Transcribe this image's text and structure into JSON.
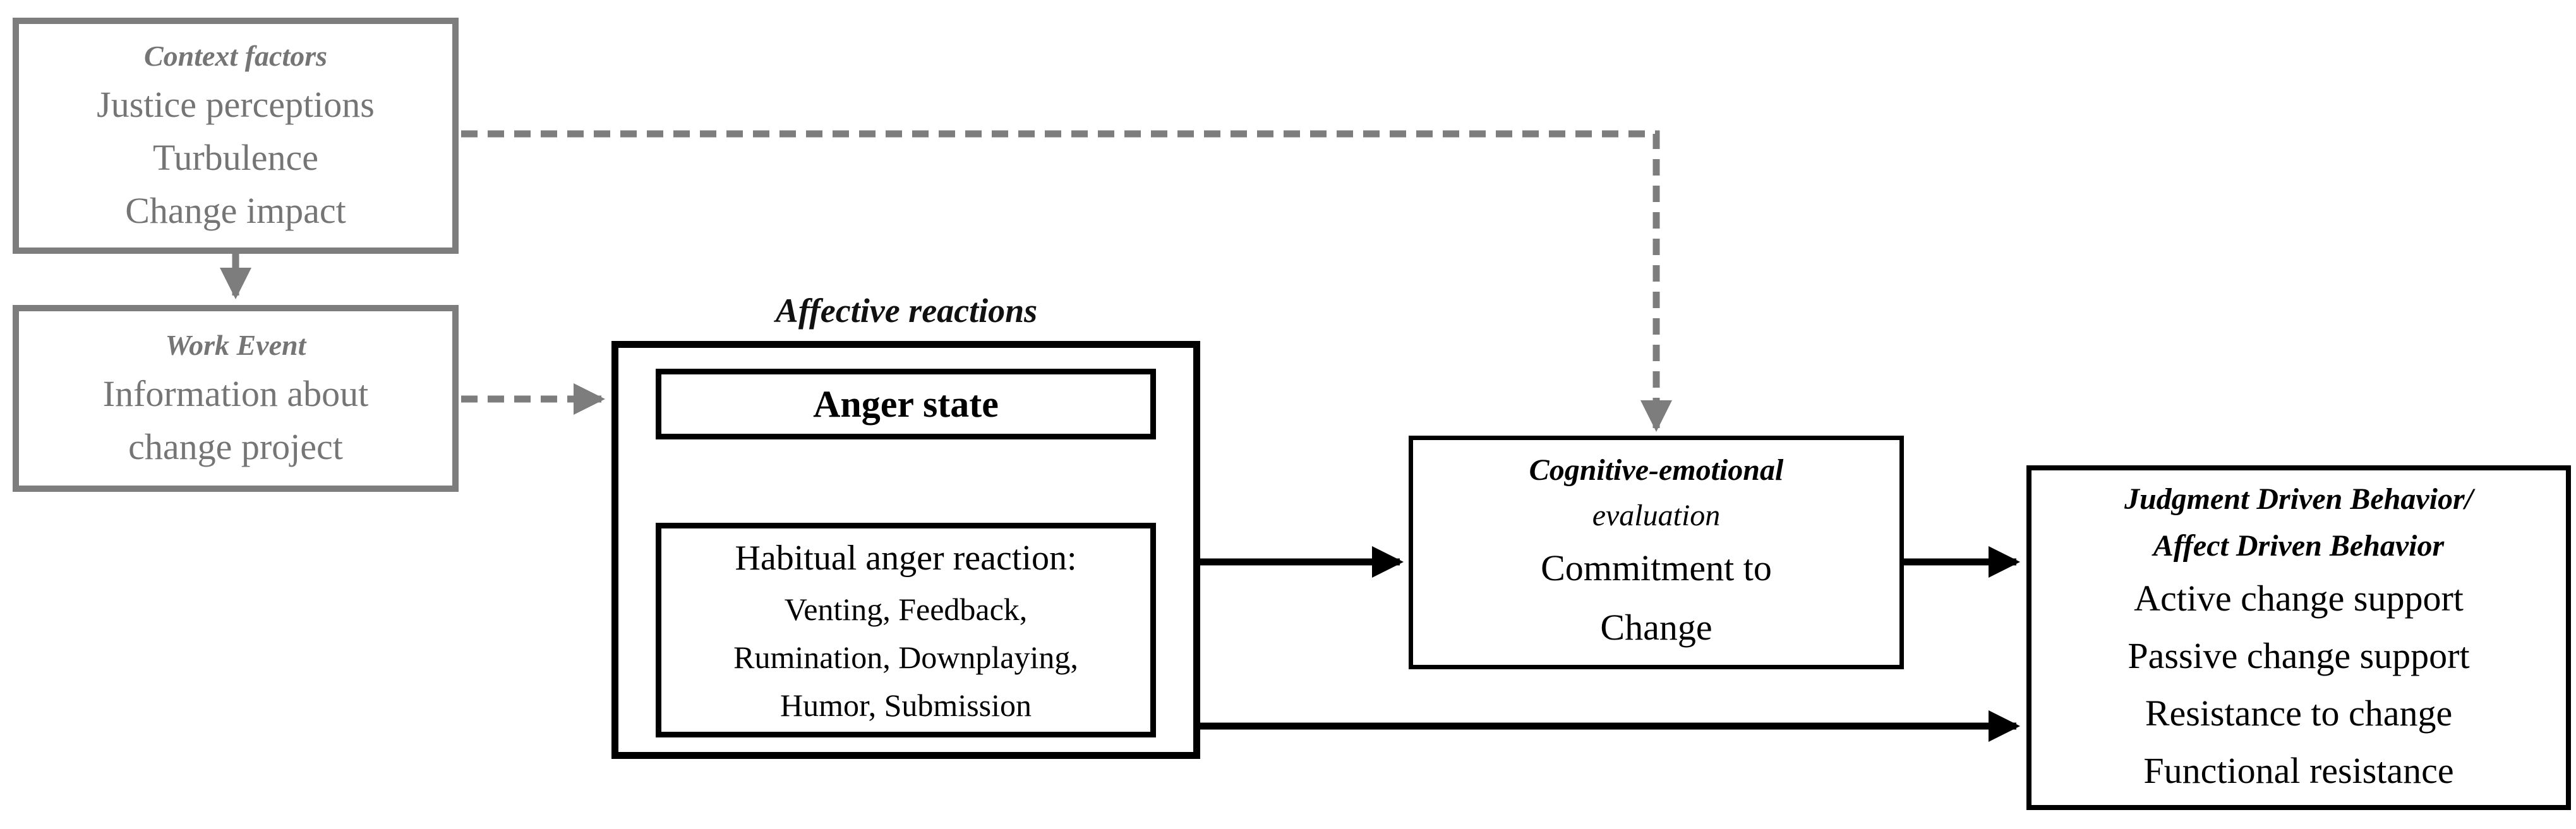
{
  "diagram": {
    "colors": {
      "gray_stroke": "#7d7d7d",
      "gray_text": "#757575",
      "black": "#000000",
      "background": "#ffffff"
    },
    "context_box": {
      "title": "Context factors",
      "items": [
        "Justice perceptions",
        "Turbulence",
        "Change impact"
      ]
    },
    "work_event_box": {
      "title": "Work Event",
      "lines": [
        "Information about",
        "change project"
      ]
    },
    "affective": {
      "label": "Affective reactions",
      "anger_state": "Anger state",
      "habitual": {
        "title": "Habitual anger reaction:",
        "items": [
          "Venting, Feedback,",
          "Rumination, Downplaying,",
          "Humor, Submission"
        ]
      }
    },
    "cognitive_box": {
      "title_lines": [
        "Cognitive-emotional",
        "evaluation"
      ],
      "lines": [
        "Commitment to",
        "Change"
      ]
    },
    "behavior_box": {
      "title_lines": [
        "Judgment Driven Behavior/",
        "Affect Driven Behavior"
      ],
      "items": [
        "Active change support",
        "Passive change support",
        "Resistance to change",
        "Functional resistance"
      ]
    }
  }
}
